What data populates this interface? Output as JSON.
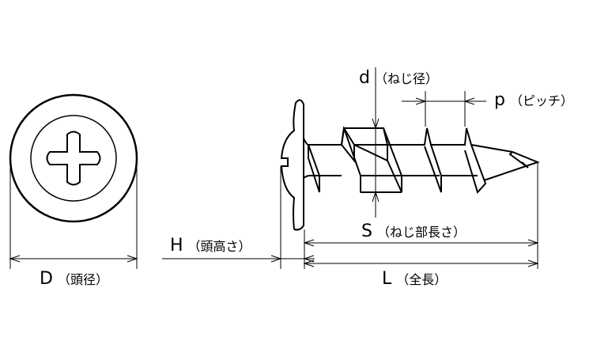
{
  "labels": {
    "D": {
      "symbol": "D",
      "text": "（頭径）"
    },
    "H": {
      "symbol": "H",
      "text": "（頭高さ）"
    },
    "S": {
      "symbol": "S",
      "text": "（ねじ部長さ）"
    },
    "L": {
      "symbol": "L",
      "text": "（全長）"
    },
    "d": {
      "symbol": "d",
      "text": "（ねじ径）"
    },
    "p": {
      "symbol": "p",
      "text": "（ピッチ）"
    }
  },
  "colors": {
    "line": "#000000",
    "background": "#ffffff"
  }
}
